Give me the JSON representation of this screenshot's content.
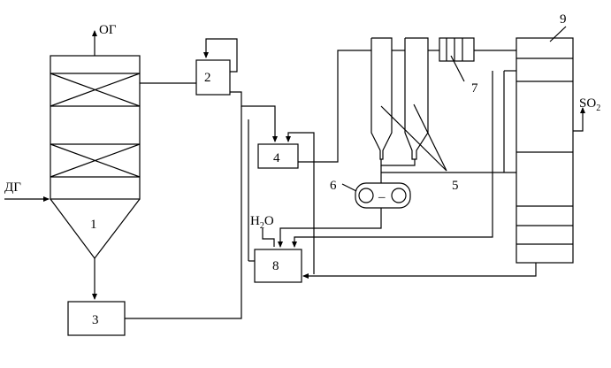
{
  "labels": {
    "og": "ОГ",
    "dg": "ДГ",
    "so2_main": "SO",
    "so2_sub": "2",
    "h2o_h": "H",
    "h2o_sub": "2",
    "h2o_o": "O",
    "n1": "1",
    "n2": "2",
    "n3": "3",
    "n4": "4",
    "n5": "5",
    "n6": "6",
    "n7": "7",
    "n8": "8",
    "n9": "9",
    "dash": "–"
  }
}
